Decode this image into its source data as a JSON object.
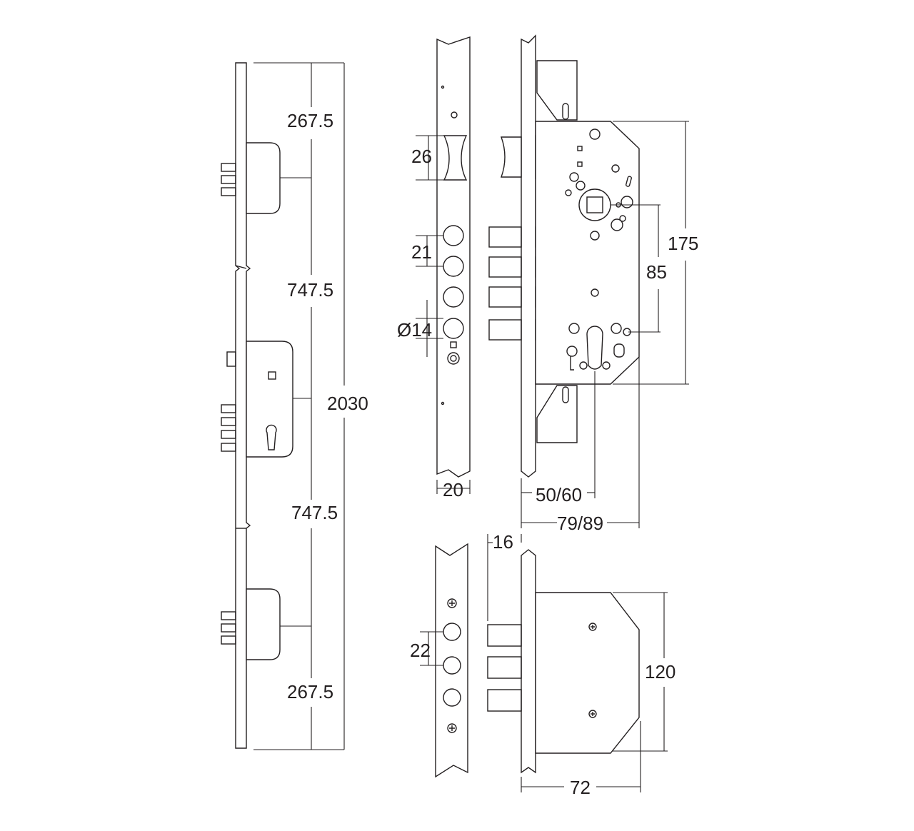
{
  "colors": {
    "line": "#231f20",
    "background": "#ffffff"
  },
  "dimensions": {
    "top_section": "267.5",
    "upper_middle": "747.5",
    "total_height": "2030",
    "lower_middle": "747.5",
    "bottom_section": "267.5",
    "roller_height": "26",
    "bolt_pitch": "21",
    "bolt_diameter": "Ø14",
    "faceplate_width": "20",
    "backset": "50/60",
    "case_depth": "79/89",
    "handle_to_cylinder": "85",
    "case_height": "175",
    "faceplate_thickness": "16",
    "aux_bolt_pitch": "22",
    "aux_case_height": "120",
    "aux_case_depth": "72"
  }
}
